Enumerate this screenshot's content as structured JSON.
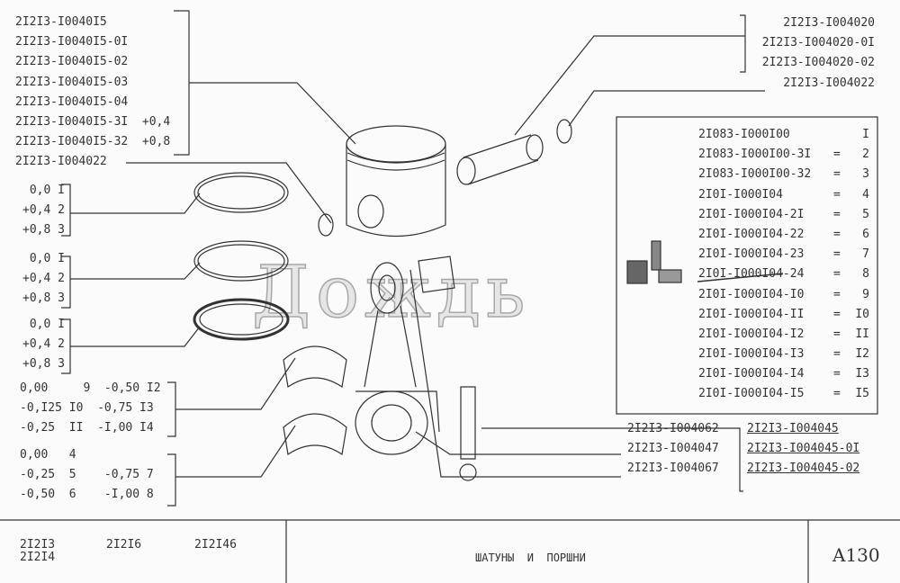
{
  "piston_numbers": [
    "2I2I3-I0040I5",
    "2I2I3-I0040I5-0I",
    "2I2I3-I0040I5-02",
    "2I2I3-I0040I5-03",
    "2I2I3-I0040I5-04",
    "2I2I3-I0040I5-3I  +0,4",
    "2I2I3-I0040I5-32  +0,8"
  ],
  "circlip_left": "2I2I3-I004022",
  "pin_numbers": [
    "2I2I3-I004020",
    "2I2I3-I004020-0I",
    "2I2I3-I004020-02"
  ],
  "circlip_right": "2I2I3-I004022",
  "ring_sets": [
    [
      "0,0 I",
      "+0,4 2",
      "+0,8 3"
    ],
    [
      "0,0 I",
      "+0,4 2",
      "+0,8 3"
    ],
    [
      "0,0 I",
      "+0,4 2",
      "+0,8 3"
    ]
  ],
  "bearing_upper": [
    "0,00     9  -0,50 I2",
    "-0,I25 I0  -0,75 I3",
    "-0,25  II  -I,00 I4"
  ],
  "bearing_lower": [
    "0,00   4",
    "-0,25  5    -0,75 7",
    "-0,50  6    -I,00 8"
  ],
  "rod_kit": {
    "rows": [
      [
        "2I083-I000I00",
        "",
        "I"
      ],
      [
        "2I083-I000I00-3I",
        "=",
        "2"
      ],
      [
        "2I083-I000I00-32",
        "=",
        "3"
      ],
      [
        "2I0I-I000I04",
        "=",
        "4"
      ],
      [
        "2I0I-I000I04-2I",
        "=",
        "5"
      ],
      [
        "2I0I-I000I04-22",
        "=",
        "6"
      ],
      [
        "2I0I-I000I04-23",
        "=",
        "7"
      ],
      [
        "2I0I-I000I04-24",
        "=",
        "8"
      ],
      [
        "2I0I-I000I04-I0",
        "=",
        "9"
      ],
      [
        "2I0I-I000I04-II",
        "=",
        "I0"
      ],
      [
        "2I0I-I000I04-I2",
        "=",
        "II"
      ],
      [
        "2I0I-I000I04-I3",
        "=",
        "I2"
      ],
      [
        "2I0I-I000I04-I4",
        "=",
        "I3"
      ],
      [
        "2I0I-I000I04-I5",
        "=",
        "I5"
      ]
    ]
  },
  "bolt": "2I2I3-I004062",
  "bushing": "2I2I3-I004047",
  "nut": "2I2I3-I004067",
  "rod_assembly": [
    "2I2I3-I004045",
    "2I2I3-I004045-0I",
    "2I2I3-I004045-02"
  ],
  "footer": {
    "models_row1": [
      "2I2I3",
      "2I2I6",
      "2I2I46"
    ],
    "models_row2": "2I2I4",
    "title": "ШАТУНЫ  И  ПОРШНИ",
    "page": "A130"
  },
  "watermark": "Дождь"
}
